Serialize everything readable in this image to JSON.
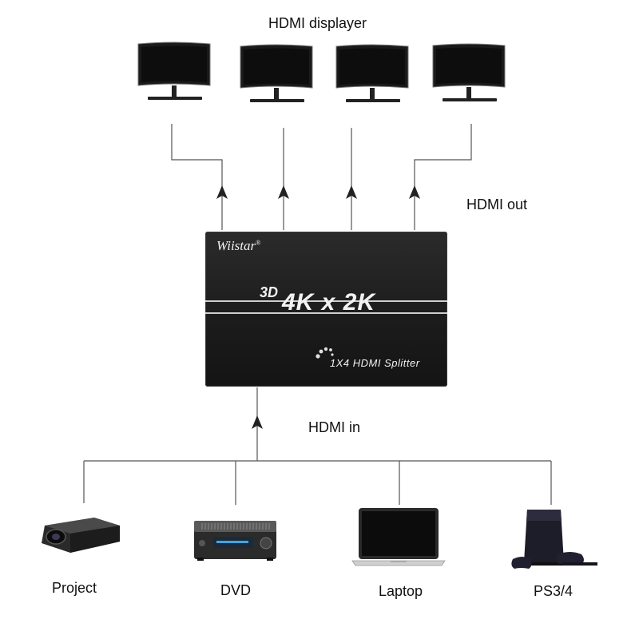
{
  "labels": {
    "hdmi_displayer": "HDMI displayer",
    "hdmi_out": "HDMI out",
    "hdmi_in": "HDMI in"
  },
  "splitter": {
    "brand": "Wiistar",
    "brand_mark": "®",
    "label_3d": "3D",
    "label_4k": "4K x 2K",
    "product": "1X4  HDMI  Splitter"
  },
  "sources": [
    {
      "label": "Project",
      "icon": "projector-icon"
    },
    {
      "label": "DVD",
      "icon": "dvd-player-icon"
    },
    {
      "label": "Laptop",
      "icon": "laptop-icon"
    },
    {
      "label": "PS3/4",
      "icon": "game-console-icon"
    }
  ],
  "displays": [
    {
      "icon": "monitor-icon"
    },
    {
      "icon": "monitor-icon"
    },
    {
      "icon": "monitor-icon"
    },
    {
      "icon": "monitor-icon"
    }
  ],
  "colors": {
    "line": "#555555",
    "device_body": "#1c1c1c",
    "screen": "#111111",
    "text": "#111111"
  }
}
